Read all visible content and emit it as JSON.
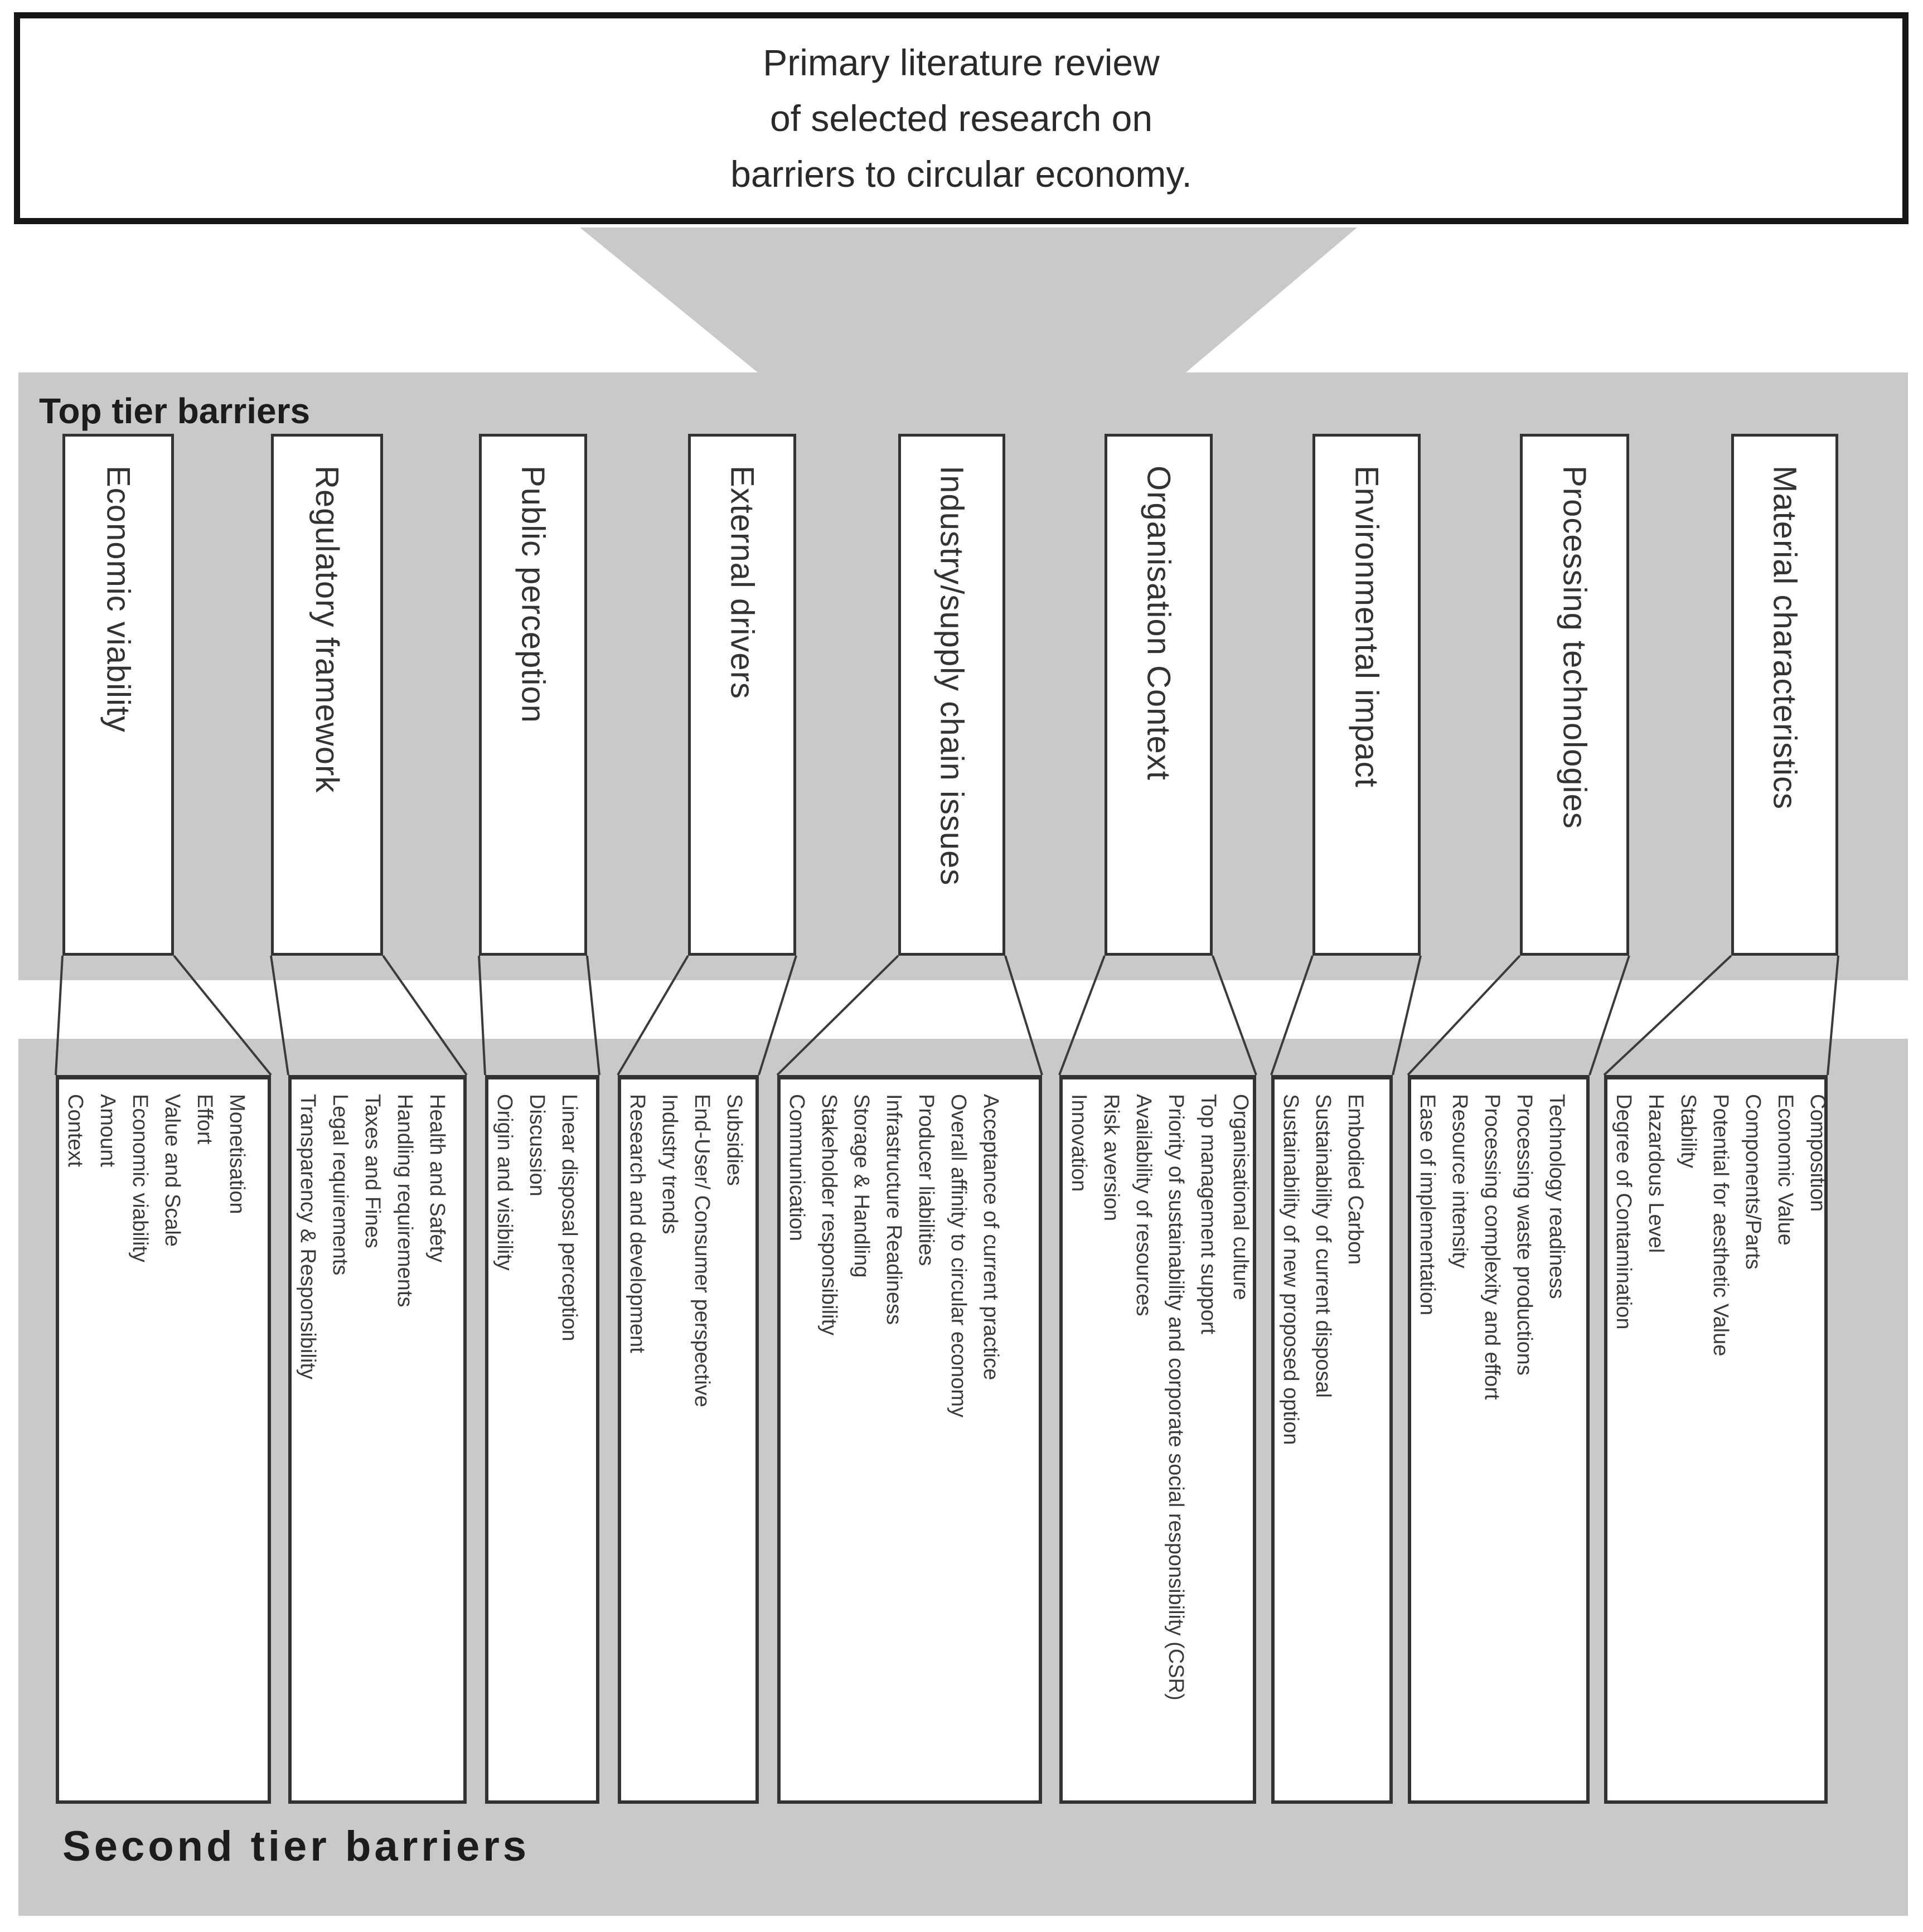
{
  "title": {
    "lines": [
      "Primary literature review",
      "of selected research on",
      "barriers to circular economy."
    ]
  },
  "tier1_label": "Top tier barriers",
  "tier2_label": "Second tier barriers",
  "colors": {
    "band_gray": "#c9c9c9",
    "box_border": "#333333",
    "text_dark": "#2a2a2a",
    "connector": "#3b3b3b"
  },
  "categories": [
    {
      "label": "Economic viability",
      "items": [
        "Monetisation",
        "Effort",
        "Value and Scale",
        "Economic viability",
        "Amount",
        "Context"
      ]
    },
    {
      "label": "Regulatory framework",
      "items": [
        "Health and Safety",
        "Handling requirements",
        "Taxes and Fines",
        "Legal requirements",
        "Transparency & Responsibility"
      ]
    },
    {
      "label": "Public perception",
      "items": [
        "Linear disposal perception",
        "Discussion",
        "Origin and visibility"
      ]
    },
    {
      "label": "External drivers",
      "items": [
        "Subsidies",
        "End-User/ Consumer perspective",
        "Industry trends",
        "Research and development"
      ]
    },
    {
      "label": "Industry/supply chain issues",
      "items": [
        "Acceptance of current practice",
        "Overall affinity to circular economy",
        "Producer liabilities",
        "Infrastructure Readiness",
        "Storage & Handling",
        "Stakeholder responsibility",
        "Communication"
      ]
    },
    {
      "label": "Organisation Context",
      "items": [
        "Organisational culture",
        "Top management support",
        "Priority of sustainability and corporate social responsibility (CSR)",
        "Availability of resources",
        "Risk aversion",
        "Innovation"
      ]
    },
    {
      "label": "Environmental impact",
      "items": [
        "Embodied Carbon",
        "Sustainability of current disposal",
        "Sustainability of new proposed option"
      ]
    },
    {
      "label": "Processing technologies",
      "items": [
        "Technology readiness",
        "Processing waste productions",
        "Processing complexity and effort",
        "Resource intensity",
        "Ease of implementation"
      ]
    },
    {
      "label": "Material characteristics",
      "items": [
        "Composition",
        "Economic Value",
        "Components/Parts",
        "Potential for aesthetic Value",
        "Stability",
        "Hazardous Level",
        "Degree of Contamination"
      ]
    }
  ]
}
